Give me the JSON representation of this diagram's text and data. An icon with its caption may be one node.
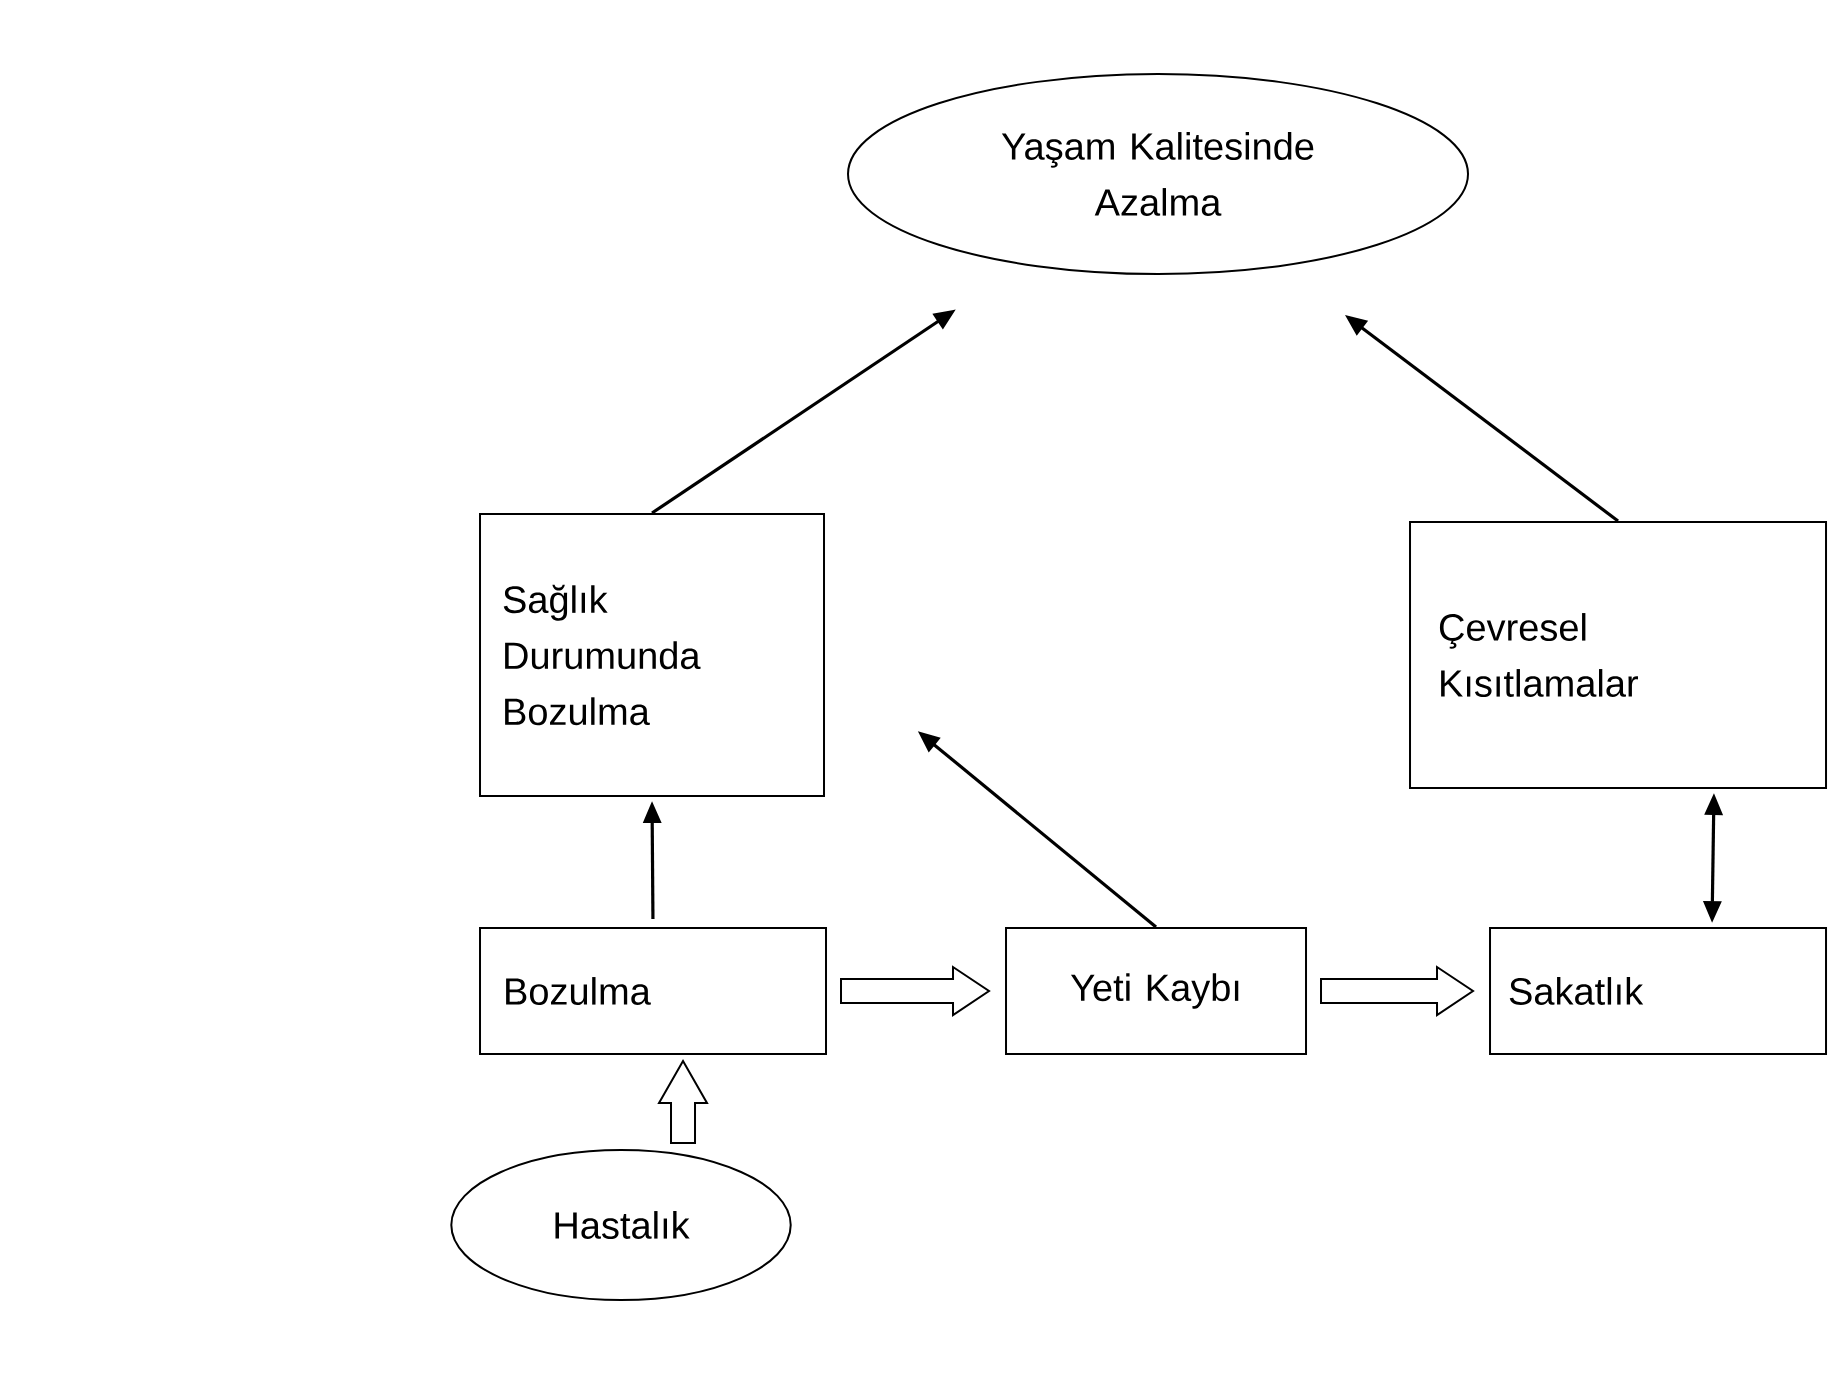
{
  "diagram": {
    "nodes": [
      {
        "text": [
          "Yaşam Kalitesinde Azalma"
        ]
      },
      {
        "text": [
          "Sağlık Durumunda Bozulma"
        ]
      },
      {
        "text": [
          "Çevresel Kısıtlamalar"
        ]
      },
      {
        "text": [
          "Bozulma"
        ]
      },
      {
        "text": [
          "Yeti Kaybı"
        ]
      },
      {
        "text": [
          "Sakatlık"
        ]
      },
      {
        "text": [
          "Hastalık"
        ]
      }
    ],
    "edges": [
      {
        "from": 1,
        "to": 0,
        "arrow": "to"
      },
      {
        "from": 2,
        "to": 0,
        "arrow": "to"
      },
      {
        "from": 3,
        "to": 1,
        "arrow": "to"
      },
      {
        "from": 4,
        "to": 1,
        "arrow": "to"
      },
      {
        "from": 3,
        "to": 4,
        "arrow": "to",
        "style": "thick"
      },
      {
        "from": 4,
        "to": 5,
        "arrow": "to",
        "style": "thick"
      },
      {
        "from": 5,
        "to": 2,
        "arrow": "both"
      },
      {
        "from": 6,
        "to": 3,
        "arrow": "to",
        "style": "thick"
      }
    ]
  }
}
